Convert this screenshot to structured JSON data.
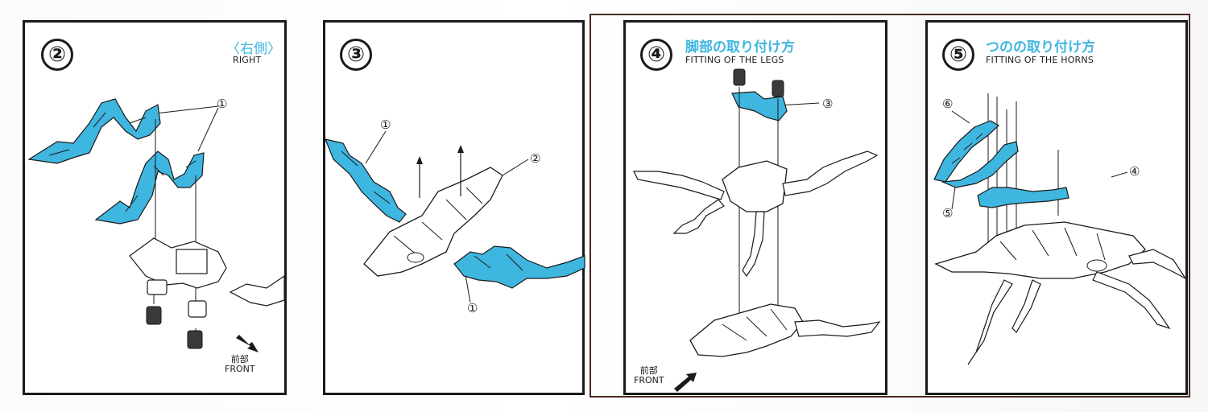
{
  "steps": [
    {
      "number": "②",
      "title_jp": "〈右側〉",
      "title_en": "RIGHT",
      "callouts": [
        "①"
      ],
      "front_jp": "前部",
      "front_en": "FRONT"
    },
    {
      "number": "③",
      "callouts": [
        "①",
        "②",
        "①"
      ]
    },
    {
      "number": "④",
      "title_jp": "脚部の取り付け方",
      "title_en": "FITTING OF THE LEGS",
      "callouts": [
        "③"
      ],
      "front_jp": "前部",
      "front_en": "FRONT"
    },
    {
      "number": "⑤",
      "title_jp": "つのの取り付け方",
      "title_en": "FITTING OF THE HORNS",
      "callouts": [
        "⑥",
        "④",
        "⑤"
      ]
    }
  ],
  "colors": {
    "accent_part": "#3fb6e0",
    "ink": "#1a1a1a",
    "frame": "#4a2a22"
  }
}
